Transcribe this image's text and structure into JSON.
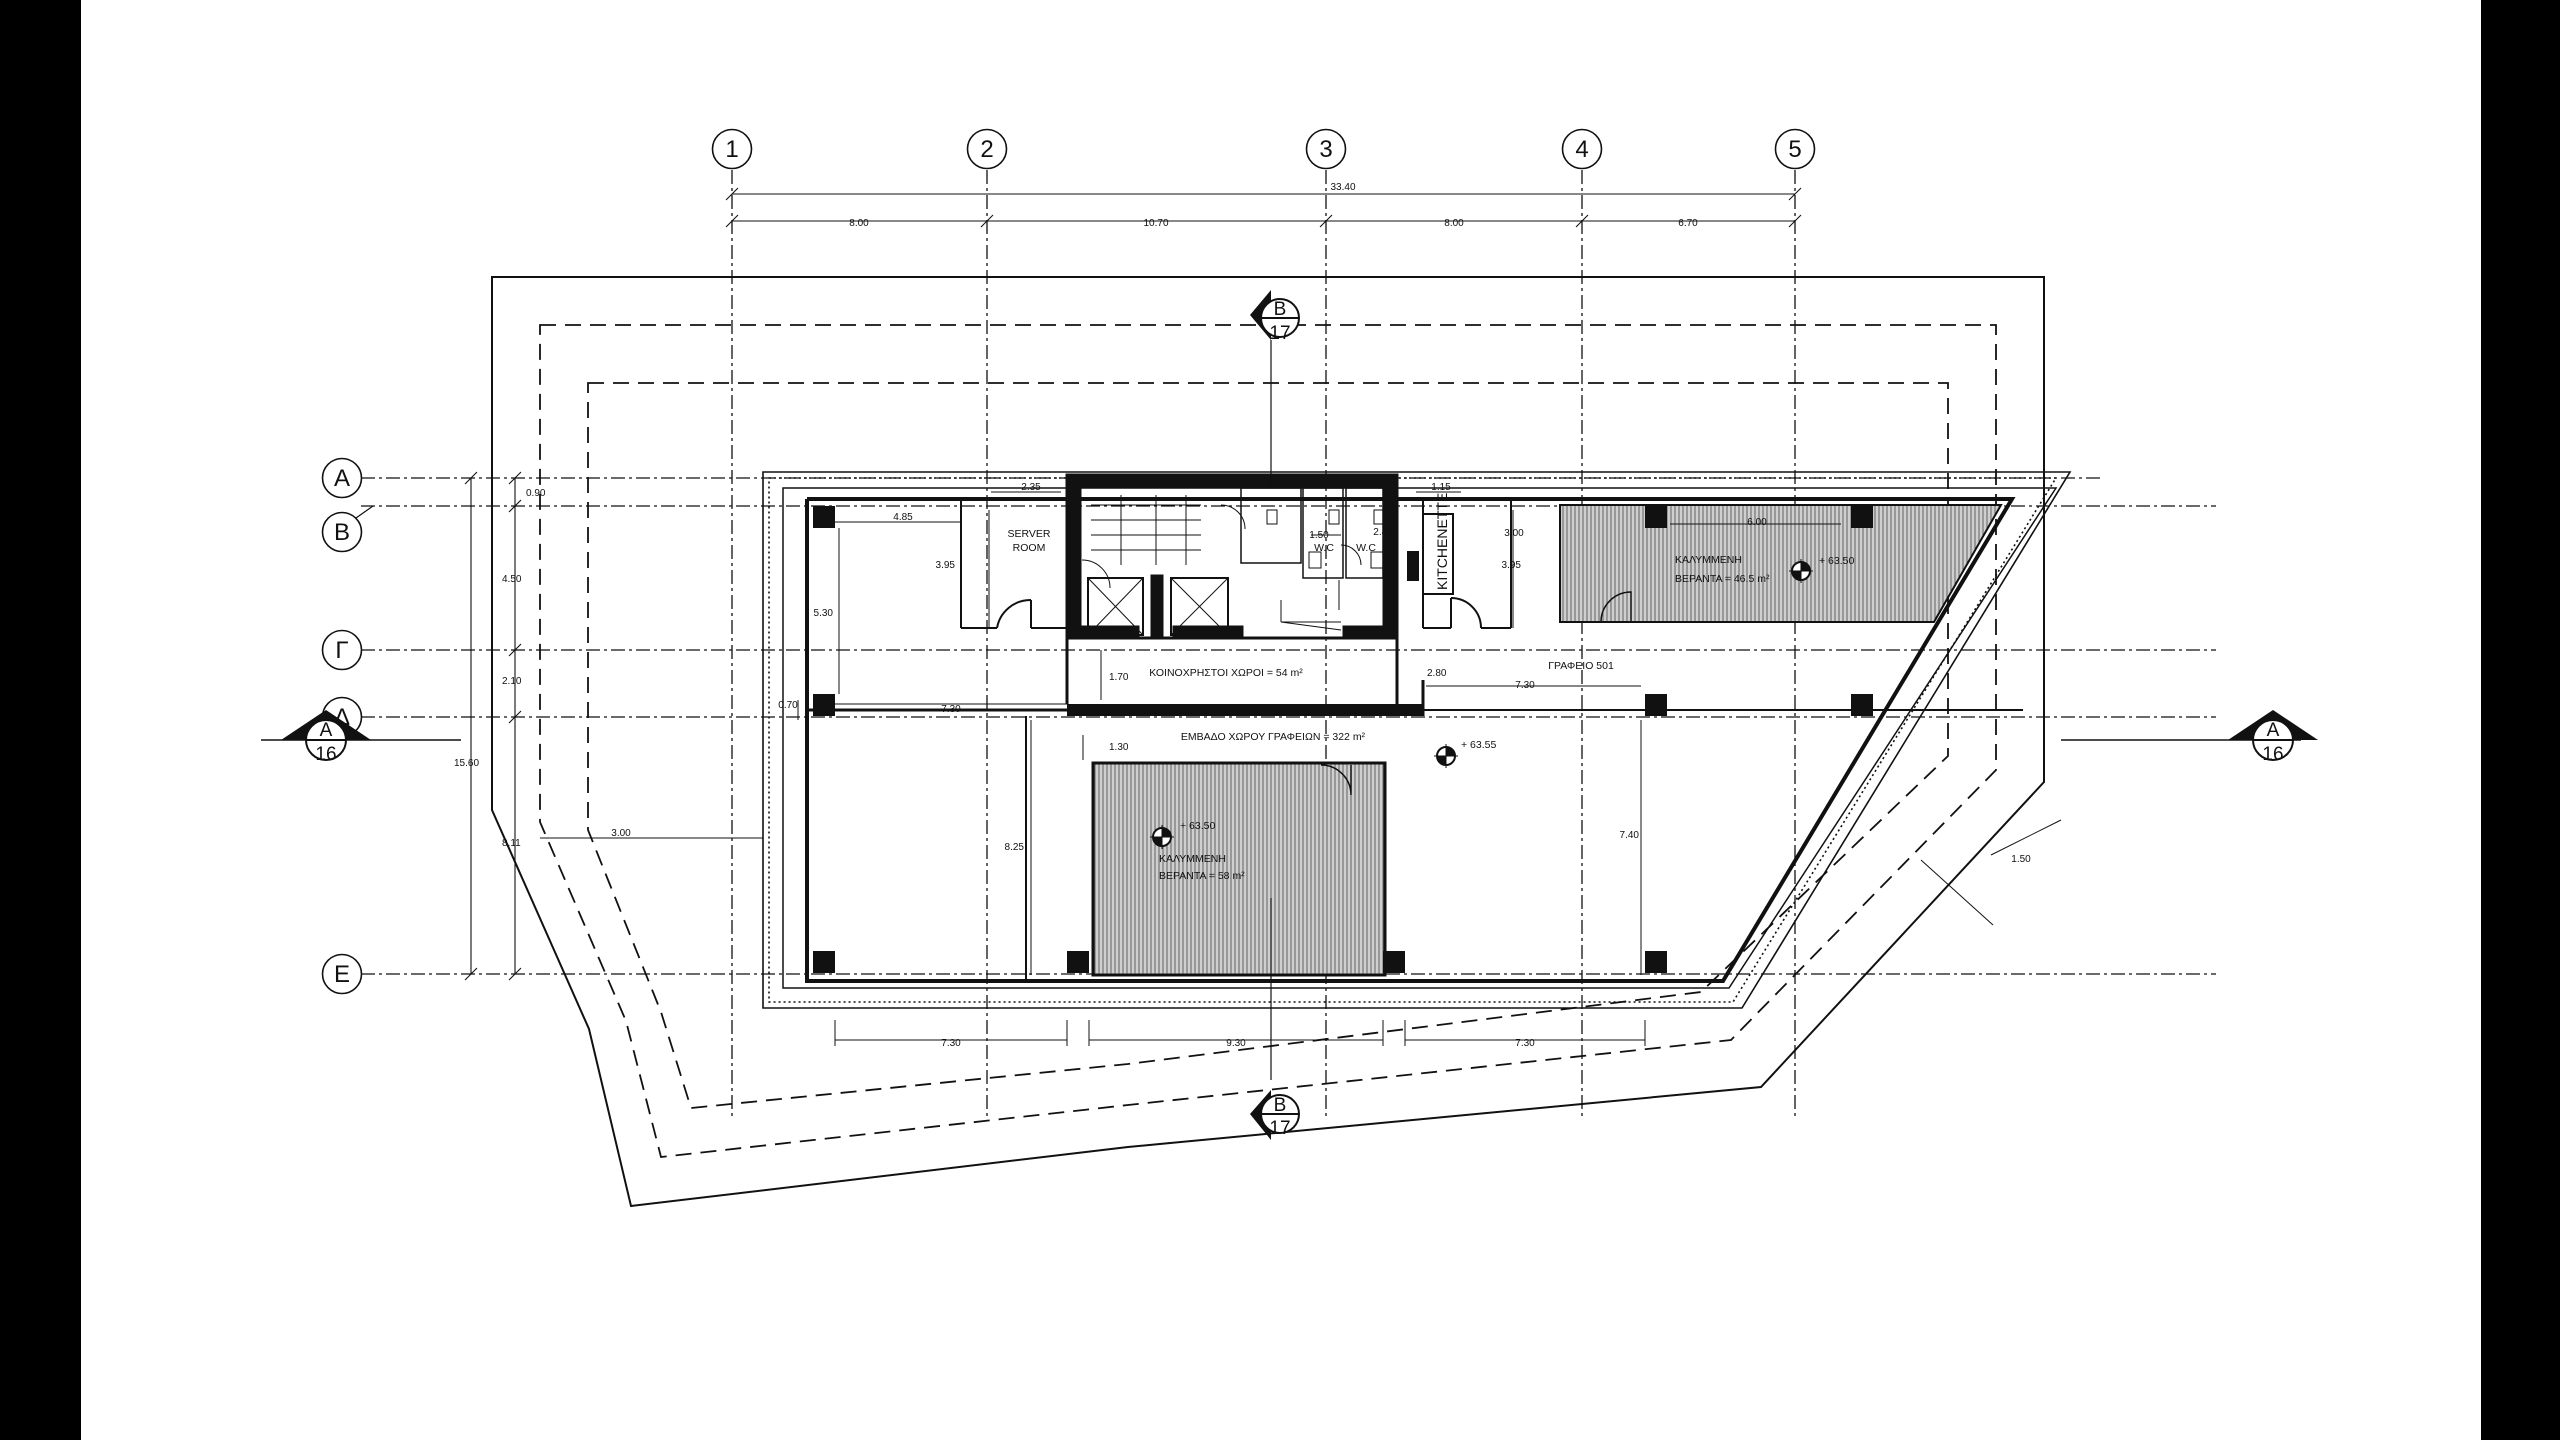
{
  "colors": {
    "line": "#111111",
    "hatch": "#cfcfcf",
    "background": "#ffffff",
    "frame": "#000000"
  },
  "grid_columns": [
    "1",
    "2",
    "3",
    "4",
    "5"
  ],
  "grid_rows": [
    "A",
    "B",
    "Γ",
    "Δ",
    "E"
  ],
  "dimensions": {
    "total_width": "33.40",
    "column_spans": [
      "8.00",
      "10.70",
      "8.00",
      "6.70"
    ],
    "row_spans": [
      "0.90",
      "4.50",
      "2.10",
      "8.11"
    ],
    "total_depth": "15.60",
    "bottom_spans": [
      "7.30",
      "9.30",
      "7.30"
    ],
    "misc": {
      "d_235": "2.35",
      "d_485": "4.85",
      "d_395a": "3.95",
      "d_530": "5.30",
      "d_170": "1.70",
      "d_730a": "7.30",
      "d_070": "0.70",
      "d_825": "8.25",
      "d_130": "1.30",
      "d_150": "1.50",
      "d_240": "2.40",
      "d_115": "1.15",
      "d_300": "3.00",
      "d_395b": "3.95",
      "d_600": "6.00",
      "d_280": "2.80",
      "d_730b": "7.30",
      "d_740": "7.40",
      "d_150b": "1.50",
      "d_300b": "3.00"
    }
  },
  "rooms": {
    "server_room_1": "SERVER",
    "server_room_2": "ROOM",
    "wc_1": "W.C",
    "wc_2": "W.C",
    "kitchenette": "KITCHENETTE",
    "common_area": "ΚΟΙΝΟΧΡΗΣΤΟΙ ΧΩΡΟΙ = 54 m²",
    "office": "ΓΡΑΦΕΙΟ 501",
    "office_area": "ΕΜΒΑΔΟ ΧΩΡΟΥ ΓΡΑΦΕΙΩΝ = 322 m²",
    "veranda_top_1": "ΚΑΛΥΜΜΕΝΗ",
    "veranda_top_2": "ΒΕΡΑΝΤΑ = 46.5 m²",
    "veranda_center_1": "ΚΑΛΥΜΜΕΝΗ",
    "veranda_center_2": "ΒΕΡΑΝΤΑ = 58 m²"
  },
  "levels": {
    "veranda_top": "+ 63.50",
    "office": "+ 63.55",
    "veranda_center": "+ 63.50"
  },
  "section_markers": {
    "a_letter": "A",
    "a_sheet": "16",
    "b_letter": "B",
    "b_sheet": "17"
  }
}
